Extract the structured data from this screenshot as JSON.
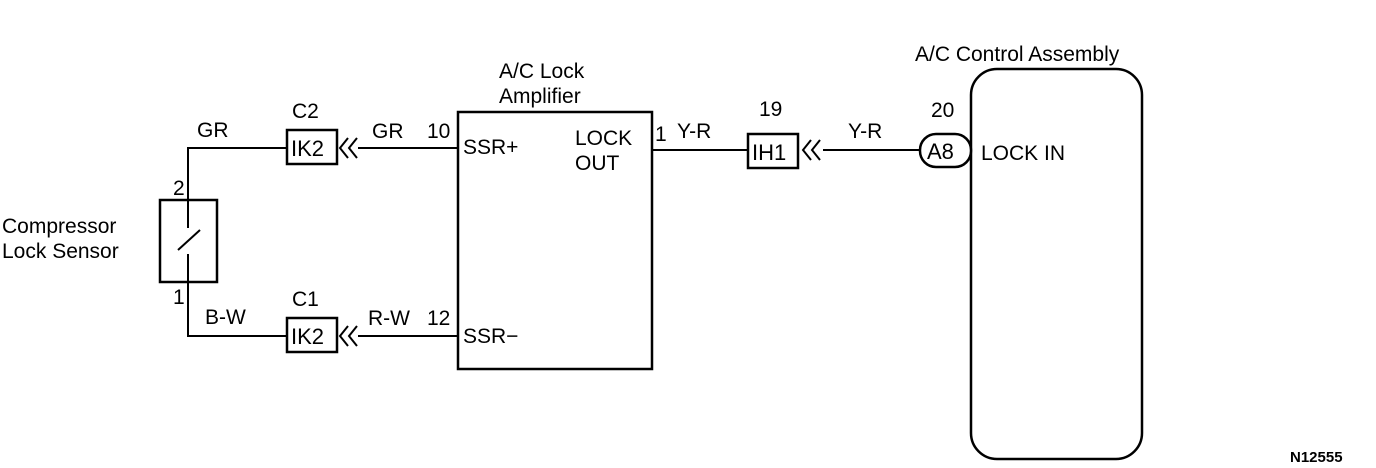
{
  "figure_ref": "N12555",
  "components": {
    "sensor": {
      "line1": "Compressor",
      "line2": "Lock Sensor",
      "pin_top": "2",
      "pin_bottom": "1"
    },
    "amplifier": {
      "title_line1": "A/C Lock",
      "title_line2": "Amplifier",
      "pin_ssr_plus": "10",
      "ssr_plus": "SSR+",
      "pin_ssr_minus": "12",
      "ssr_minus": "SSR−",
      "pin_lock_out": "1",
      "lock_out_line1": "LOCK",
      "lock_out_line2": "OUT"
    },
    "control_assembly": {
      "title": "A/C Control Assembly",
      "lock_in": "LOCK IN"
    }
  },
  "connectors": {
    "c2": {
      "name": "C2",
      "label": "IK2"
    },
    "c1": {
      "name": "C1",
      "label": "IK2"
    },
    "ih1": {
      "name": "19",
      "label": "IH1"
    },
    "a8": {
      "name": "20",
      "label": "A8"
    }
  },
  "wires": {
    "sensor_top": "GR",
    "ssr_plus": "GR",
    "sensor_bottom": "B-W",
    "ssr_minus": "R-W",
    "lock_out": "Y-R",
    "lock_in": "Y-R"
  }
}
